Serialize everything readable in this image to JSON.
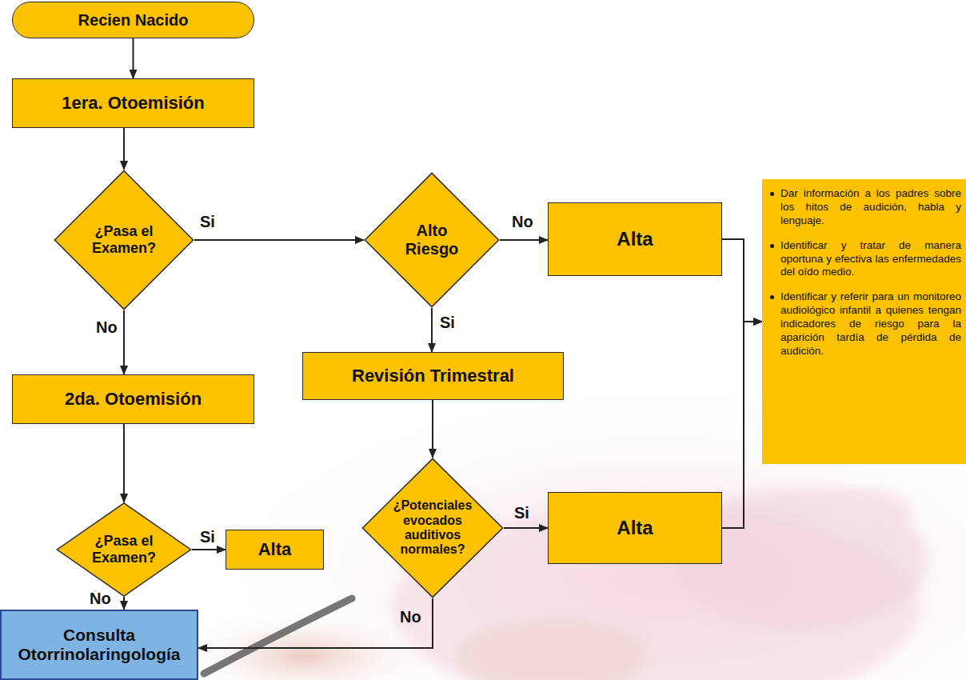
{
  "diagram": {
    "nodes": [
      {
        "text": [
          "Recien Nacido"
        ]
      },
      {
        "text": [
          "1era. Otoemisión"
        ]
      },
      {
        "text": [
          "¿Pasa el Examen?"
        ]
      },
      {
        "text": [
          "Alto Riesgo"
        ]
      },
      {
        "text": [
          "Alta"
        ]
      },
      {
        "text": [
          "2da. Otoemisión"
        ]
      },
      {
        "text": [
          "Revisión Trimestral"
        ]
      },
      {
        "text": [
          "¿Pasa el Examen?"
        ]
      },
      {
        "text": [
          "Alta"
        ]
      },
      {
        "text": [
          "¿Potenciales evocados auditivos normales?"
        ]
      },
      {
        "text": [
          "Alta"
        ]
      },
      {
        "text": [
          "Consulta Otorrinolaringología"
        ]
      },
      {
        "text": [
          "Dar información a los padres sobre los hitos de audición, habla y lenguaje.",
          "Identificar y tratar de manera oportuna y efectiva las enfermedades del oído medio.",
          "Identificar y referir para un monitoreo audiológico infantil a quienes tengan indicadores de riesgo para la aparición tardía de pérdida de audición."
        ]
      }
    ],
    "edges": [
      {
        "from": 0,
        "to": 1,
        "arrow": "to"
      },
      {
        "from": 1,
        "to": 2,
        "arrow": "to"
      },
      {
        "from": 2,
        "to": 3,
        "label": "Si",
        "arrow": "to"
      },
      {
        "from": 2,
        "to": 5,
        "label": "No",
        "arrow": "to"
      },
      {
        "from": 3,
        "to": 4,
        "label": "No",
        "arrow": "to"
      },
      {
        "from": 3,
        "to": 6,
        "label": "Si",
        "arrow": "to"
      },
      {
        "from": 5,
        "to": 7,
        "arrow": "to"
      },
      {
        "from": 7,
        "to": 8,
        "label": "Si",
        "arrow": "to"
      },
      {
        "from": 7,
        "to": 11,
        "label": "No",
        "arrow": "to"
      },
      {
        "from": 6,
        "to": 9,
        "arrow": "to"
      },
      {
        "from": 9,
        "to": 10,
        "label": "Si",
        "arrow": "to"
      },
      {
        "from": 9,
        "to": 11,
        "label": "No",
        "arrow": "to"
      },
      {
        "from": 4,
        "to": 12,
        "arrow": "to"
      },
      {
        "from": 10,
        "to": 12,
        "arrow": "to"
      }
    ]
  }
}
